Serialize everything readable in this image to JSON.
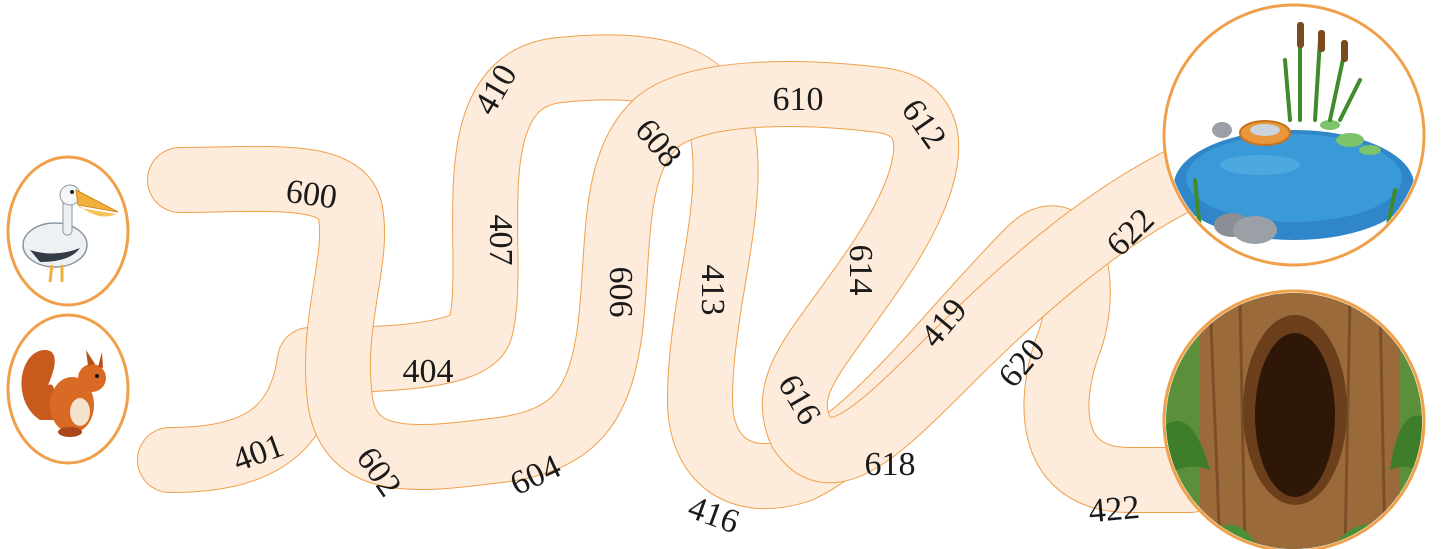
{
  "colors": {
    "path_fill": "#fdebdc",
    "path_edge": "#f0a04a",
    "circle_ring": "#f0a04a",
    "text": "#1a1a1a"
  },
  "start_characters": [
    {
      "name": "pelican",
      "icon": "pelican-icon"
    },
    {
      "name": "squirrel",
      "icon": "squirrel-icon"
    }
  ],
  "destinations": [
    {
      "name": "pond",
      "icon": "pond-icon"
    },
    {
      "name": "tree-hollow",
      "icon": "tree-hollow-icon"
    }
  ],
  "pelican_route": [
    "600",
    "602",
    "604",
    "606",
    "608",
    "610",
    "612",
    "614",
    "616",
    "618",
    "620",
    "622"
  ],
  "squirrel_route": [
    "401",
    "404",
    "407",
    "410",
    "413",
    "416",
    "419",
    "422"
  ]
}
